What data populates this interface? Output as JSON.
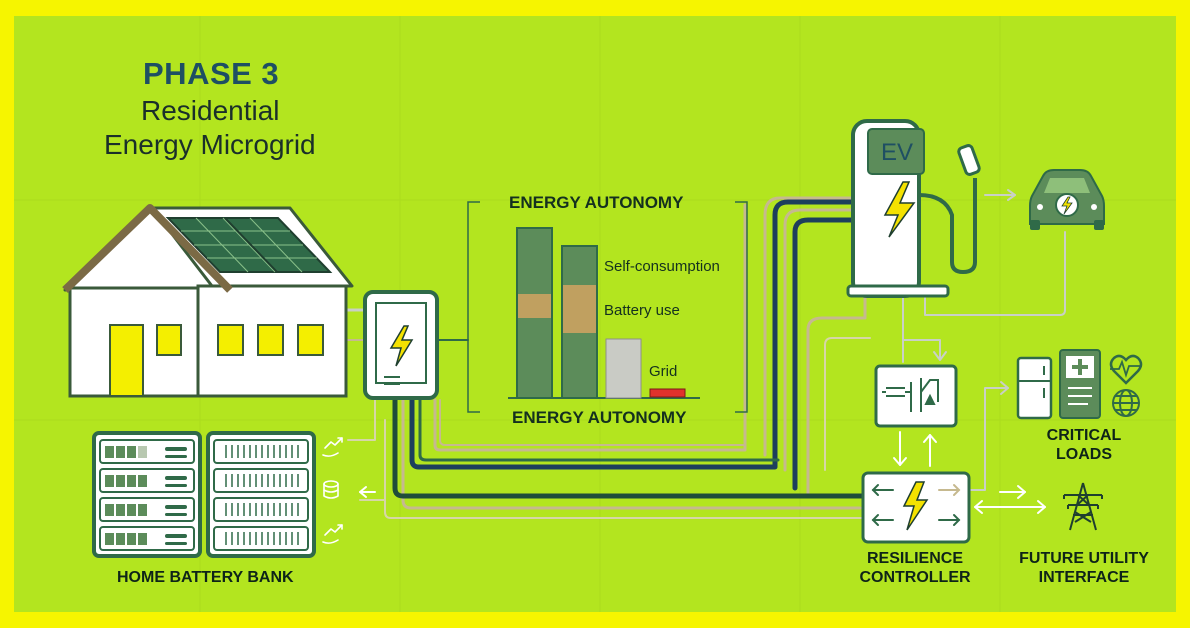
{
  "title": {
    "phase": "PHASE 3",
    "line1": "Residential",
    "line2": "Energy Microgrid"
  },
  "autonomy": {
    "header_top": "ENERGY AUTONOMY",
    "header_bottom": "ENERGY AUTONOMY",
    "labels": {
      "self_consumption": "Self-consumption",
      "battery_use": "Battery use",
      "grid": "Grid"
    }
  },
  "ev": {
    "charger_text": "EV"
  },
  "labels": {
    "battery_bank": "HOME BATTERY BANK",
    "resilience_line1": "RESILIENCE",
    "resilience_line2": "CONTROLLER",
    "critical_line1": "CRITICAL",
    "critical_line2": "LOADS",
    "utility_line1": "FUTURE UTILITY",
    "utility_line2": "INTERFACE"
  },
  "colors": {
    "background": "#b3e51f",
    "frame": "#f6f500",
    "dark_green": "#2f6a48",
    "navy_line": "#1d3f5c",
    "tan_line": "#c6b98f",
    "grid_red": "#e1322c",
    "bolt_yellow": "#f4e200"
  },
  "icons": [
    "house-icon",
    "solar-panel-icon",
    "inverter-icon",
    "ev-charger-icon",
    "car-icon",
    "battery-rack-icon",
    "resilience-controller-icon",
    "critical-loads-icon",
    "transmission-tower-icon",
    "refrigerator-icon",
    "medical-icon",
    "heart-monitor-icon",
    "globe-icon",
    "database-icon",
    "trend-hand-icon",
    "lightning-icon"
  ]
}
